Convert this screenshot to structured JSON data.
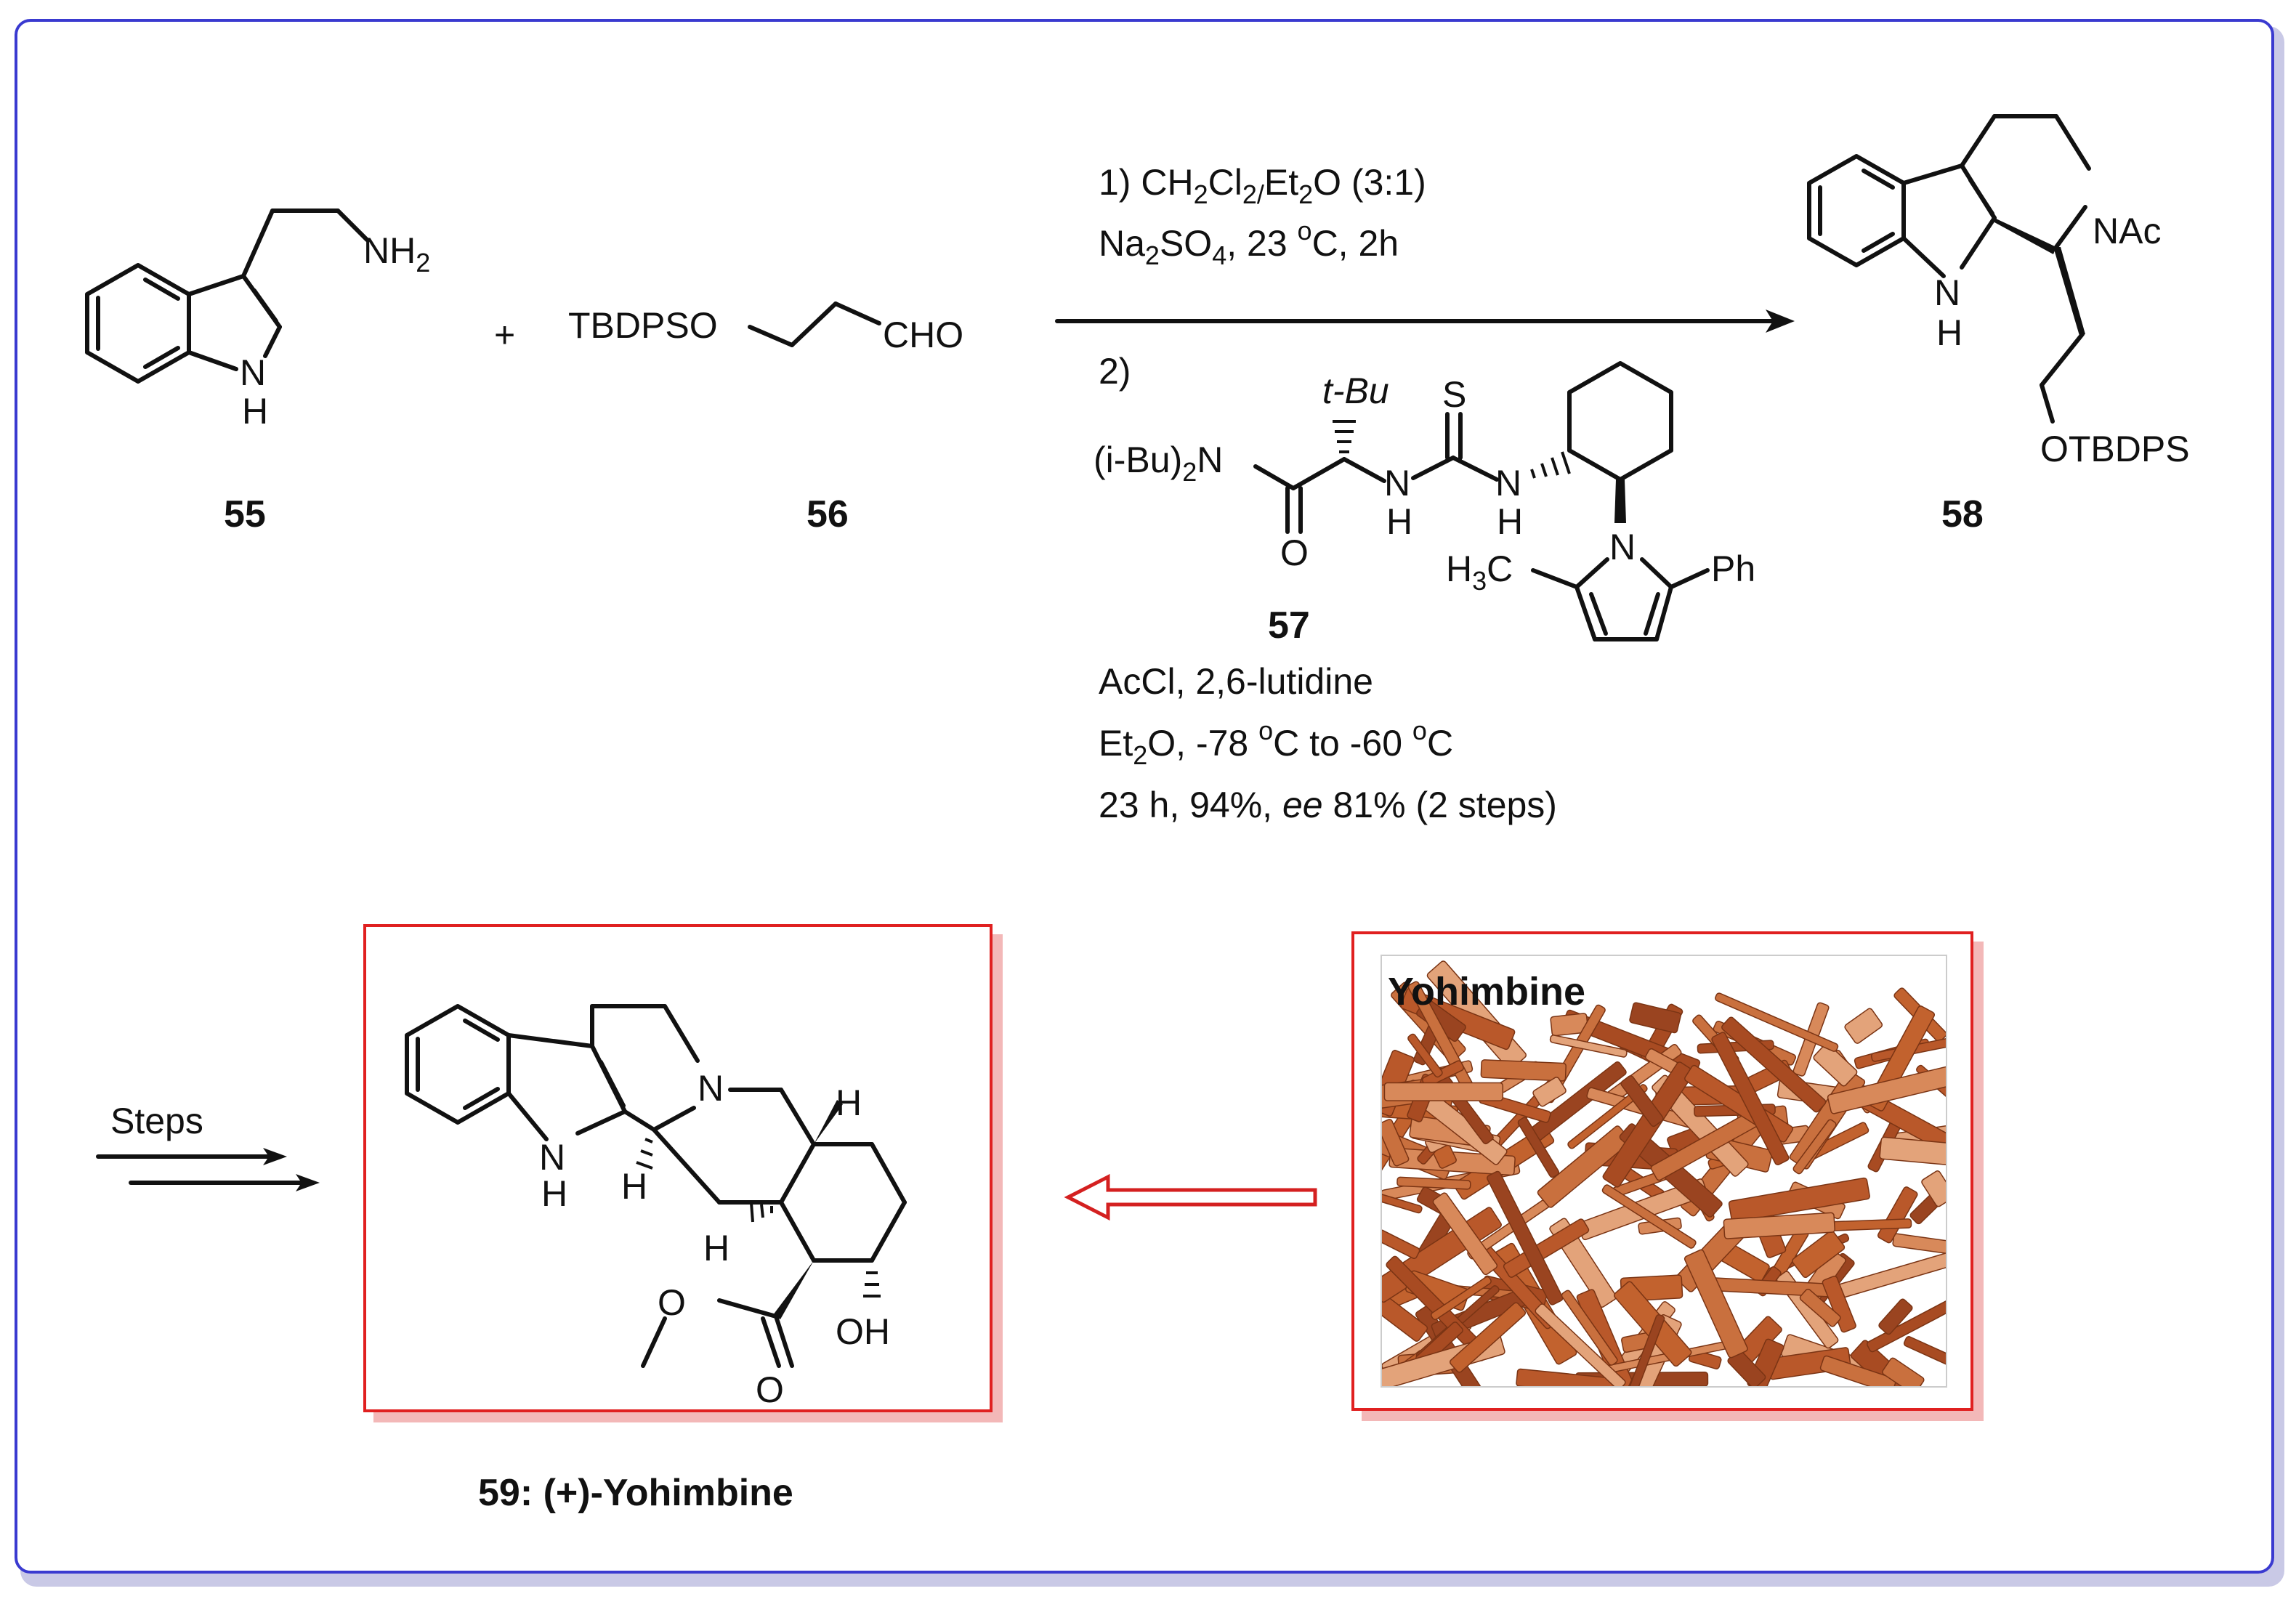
{
  "scheme": {
    "compounds": {
      "c55": {
        "label": "55",
        "nh2": "NH",
        "nh2_sub": "2",
        "indole_n": "N",
        "indole_h": "H"
      },
      "c56": {
        "label": "56",
        "tbdpso": "TBDPSO",
        "cho": "CHO"
      },
      "c57": {
        "label": "57",
        "amide_n": "(i-Bu)",
        "amide_n_sub": "2",
        "amide_n_tail": "N",
        "carbonyl_o": "O",
        "tbu": "t-Bu",
        "thio_s": "S",
        "nh_a": "N",
        "nh_a_h": "H",
        "nh_b": "N",
        "nh_b_h": "H",
        "pyrrole_n": "N",
        "methyl": "H",
        "methyl_sub": "3",
        "methyl_tail": "C",
        "phenyl": "Ph"
      },
      "c58": {
        "label": "58",
        "nac": "NAc",
        "indole_n": "N",
        "indole_h": "H",
        "otbdps": "OTBDPS"
      },
      "c59": {
        "label": "59: (+)-Yohimbine",
        "indole_n": "N",
        "indole_h": "H",
        "amine_n": "N",
        "h_a": "H",
        "h_b": "H",
        "h_c": "H",
        "oh": "OH",
        "ester_o1": "O",
        "ester_o2": "O"
      }
    },
    "plus_sign": "+",
    "conditions": {
      "step1_line1_pre": "1) CH",
      "step1_line1_sub1": "2",
      "step1_line1_mid": "Cl",
      "step1_line1_sub2": "2/",
      "step1_line1_mid2": "Et",
      "step1_line1_sub3": "2",
      "step1_line1_post": "O (3:1)",
      "step1_line2_pre": "Na",
      "step1_line2_sub1": "2",
      "step1_line2_mid": "SO",
      "step1_line2_sub2": "4",
      "step1_line2_post": ", 23 ",
      "step1_line2_sup": "o",
      "step1_line2_tail": "C, 2h",
      "step2_label": "2)",
      "step2_line1": "AcCl, 2,6-lutidine",
      "step2_line2_pre": "Et",
      "step2_line2_sub": "2",
      "step2_line2_mid": "O, -78 ",
      "step2_line2_sup1": "o",
      "step2_line2_mid2": "C to -60 ",
      "step2_line2_sup2": "o",
      "step2_line2_tail": "C",
      "step2_line3_pre": " 23 h, 94%, ",
      "step2_line3_em": "ee",
      "step2_line3_post": " 81% (2 steps)"
    },
    "steps_label": "Steps",
    "photo_title": "Yohimbine"
  },
  "colors": {
    "frame": "#3a3ad0",
    "box_border": "#e02020",
    "box_shadow": "#f3b8b8",
    "arrow_open": "#d42020",
    "bark": "#c2622e"
  }
}
